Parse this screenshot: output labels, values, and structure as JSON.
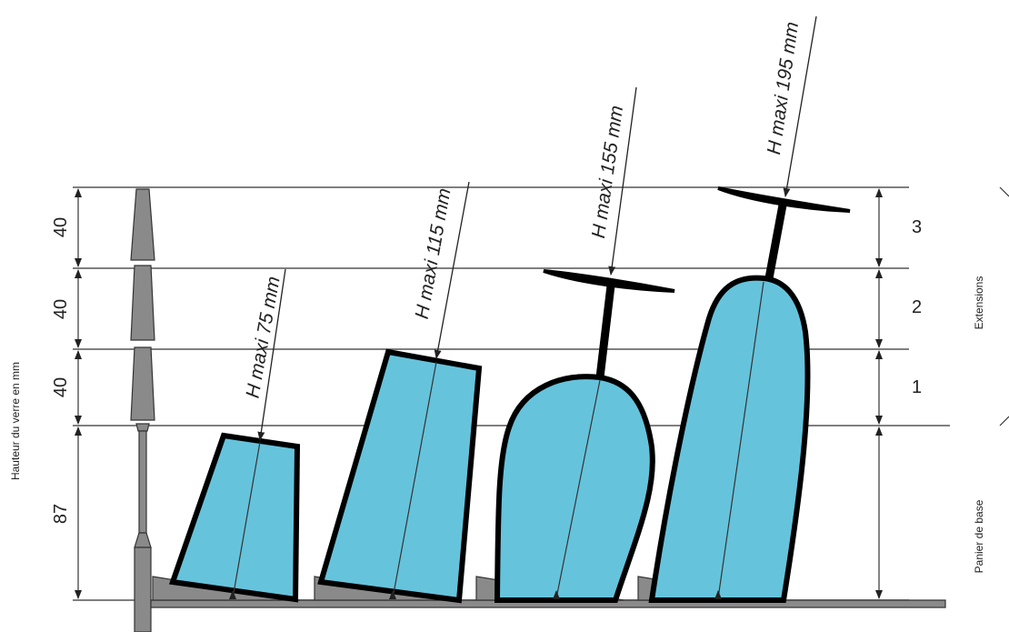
{
  "axis": {
    "left_label": "Hauteur du verre en mm",
    "right_label_extensions": "Extensions",
    "right_label_base": "Panier de base"
  },
  "left_dimensions": [
    "40",
    "40",
    "40",
    "87"
  ],
  "extension_levels": [
    "3",
    "2",
    "1"
  ],
  "glasses": [
    {
      "label": "H maxi 75 mm",
      "shape": "tumbler"
    },
    {
      "label": "H maxi 115 mm",
      "shape": "tall-tumbler"
    },
    {
      "label": "H maxi 155 mm",
      "shape": "wine-glass"
    },
    {
      "label": "H maxi 195 mm",
      "shape": "tall-wine-glass"
    }
  ],
  "colors": {
    "glass_fill": "#66c3dc",
    "outline": "#000000",
    "support": "#8a8a8a"
  }
}
